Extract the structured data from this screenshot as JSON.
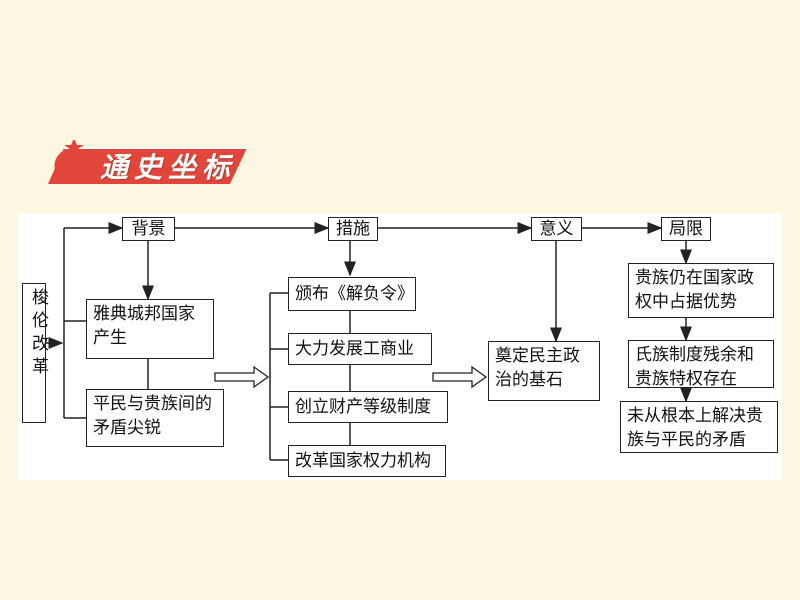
{
  "banner": {
    "title": "通史坐标"
  },
  "diagram": {
    "root": "梭伦改革",
    "headers": {
      "background": "背景",
      "measures": "措施",
      "significance": "意义",
      "limitations": "局限"
    },
    "background_items": [
      "雅典城邦国家产生",
      "平民与贵族间的矛盾尖锐"
    ],
    "measure_items": [
      "颁布《解负令》",
      "大力发展工商业",
      "创立财产等级制度",
      "改革国家权力机构"
    ],
    "significance_item": "奠定民主政治的基石",
    "limitation_items": [
      "贵族仍在国家政权中占据优势",
      "氏族制度残余和贵族特权存在",
      "未从根本上解决贵族与平民的矛盾"
    ]
  },
  "colors": {
    "banner": "#e2463a",
    "background": "#fdf6e1",
    "line": "#222222"
  }
}
